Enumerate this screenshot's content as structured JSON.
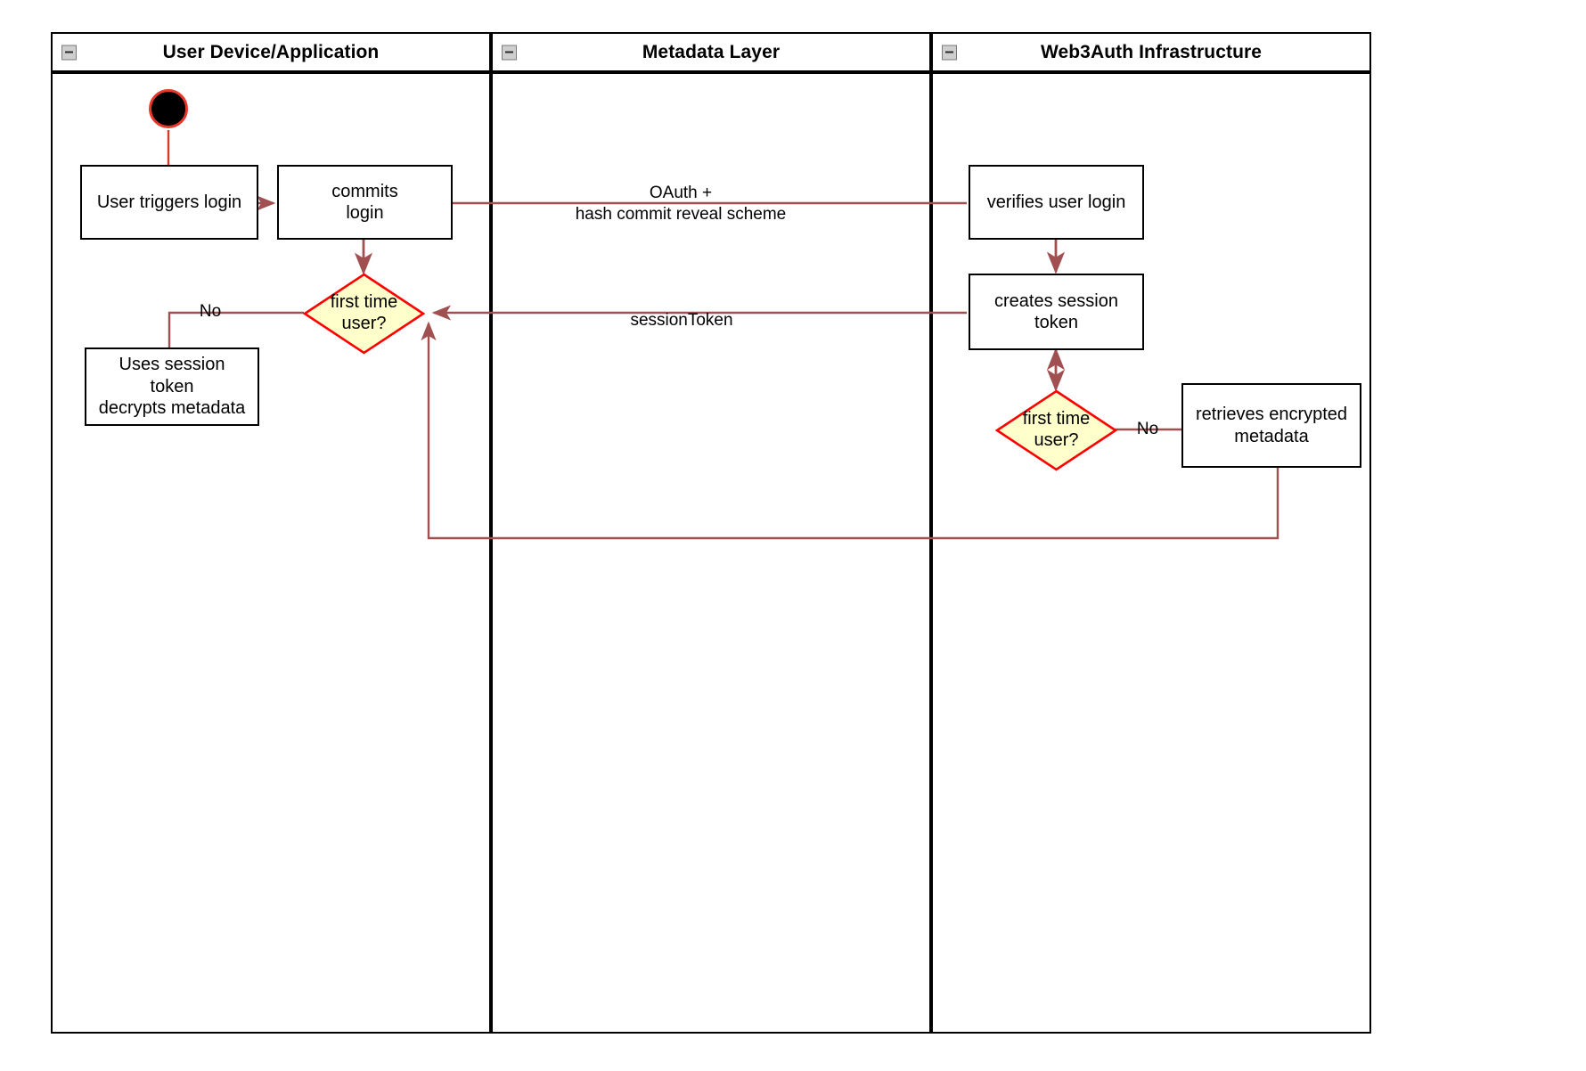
{
  "diagram": {
    "type": "uml-activity-swimlane",
    "title": "Web3Auth login flow",
    "colors": {
      "lane_border": "#000000",
      "node_border": "#000000",
      "node_fill": "#ffffff",
      "decision_fill": "#ffffcc",
      "decision_border": "#ff0000",
      "edge": "#a05050",
      "start_fill": "#000000",
      "start_border": "#e8382b",
      "collapse_fill": "#cfcfcf"
    }
  },
  "lanes": [
    {
      "id": "user-device",
      "title": "User Device/Application",
      "collapse_icon": "collapse-minus-icon"
    },
    {
      "id": "metadata-layer",
      "title": "Metadata Layer",
      "collapse_icon": "collapse-minus-icon"
    },
    {
      "id": "web3auth",
      "title": "Web3Auth Infrastructure",
      "collapse_icon": "collapse-minus-icon"
    }
  ],
  "nodes": {
    "start": {
      "name": "start-node",
      "label": ""
    },
    "user_triggers_login": {
      "label": "User triggers login"
    },
    "commits_login": {
      "label": "commits\nlogin"
    },
    "first_time_user_left": {
      "label": "first time\nuser?"
    },
    "uses_session_token": {
      "label": "Uses session\ntoken\ndecrypts metadata"
    },
    "verifies_user_login": {
      "label": "verifies user login"
    },
    "creates_session_token": {
      "label": "creates session\ntoken"
    },
    "first_time_user_right": {
      "label": "first time\nuser?"
    },
    "retrieves_encrypted_metadata": {
      "label": "retrieves encrypted\nmetadata"
    }
  },
  "edge_labels": {
    "oauth": "OAuth +\nhash commit reveal scheme",
    "session_token": "sessionToken",
    "no_left": "No",
    "no_right": "No"
  }
}
